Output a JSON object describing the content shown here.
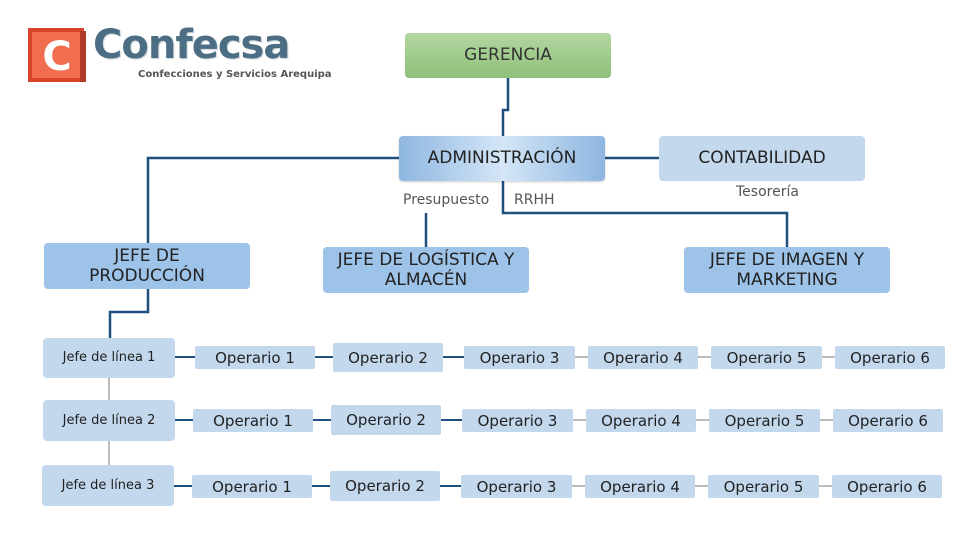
{
  "brand": {
    "initial": "C",
    "name": "Confecsa",
    "tagline": "Confecciones y Servicios Arequipa",
    "colors": {
      "red": "#d8432b",
      "name": "#4c6e85"
    }
  },
  "colors": {
    "connector": "#1e4f7e",
    "gerencia": "#9ccb86",
    "jefe": "#9ec3e8",
    "light_box": "#c3d7ed"
  },
  "org": {
    "gerencia": "GERENCIA",
    "administracion": "ADMINISTRACIÓN",
    "contabilidad": "CONTABILIDAD",
    "notes": {
      "presupuesto": "Presupuesto",
      "rrhh": "RRHH",
      "tesoreria": "Tesorería"
    },
    "jefes": {
      "produccion": [
        "JEFE DE",
        "PRODUCCIÓN"
      ],
      "logistica": [
        "JEFE DE LOGÍSTICA Y",
        "ALMACÉN"
      ],
      "imagen": [
        "JEFE DE IMAGEN Y",
        "MARKETING"
      ]
    },
    "lineas": [
      {
        "label": "Jefe de línea 1",
        "operarios": [
          "Operario 1",
          "Operario 2",
          "Operario 3",
          "Operario 4",
          "Operario 5",
          "Operario 6"
        ]
      },
      {
        "label": "Jefe de línea 2",
        "operarios": [
          "Operario 1",
          "Operario 2",
          "Operario 3",
          "Operario 4",
          "Operario 5",
          "Operario 6"
        ]
      },
      {
        "label": "Jefe de línea 3",
        "operarios": [
          "Operario 1",
          "Operario 2",
          "Operario 3",
          "Operario 4",
          "Operario 5",
          "Operario 6"
        ]
      }
    ]
  }
}
